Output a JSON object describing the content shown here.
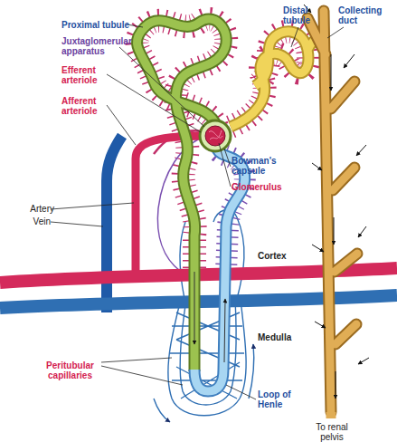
{
  "diagram": {
    "labels": [
      "Proximal tubule",
      "Juxtaglomerular apparatus",
      "Efferent arteriole",
      "Afferent arteriole",
      "Distal tubule",
      "Collecting duct",
      "Bowman's capsule",
      "Glomerulus",
      "Artery",
      "Vein",
      "Cortex",
      "Medulla",
      "Peritubular capillaries",
      "Loop of Henle",
      "To renal pelvis"
    ]
  }
}
